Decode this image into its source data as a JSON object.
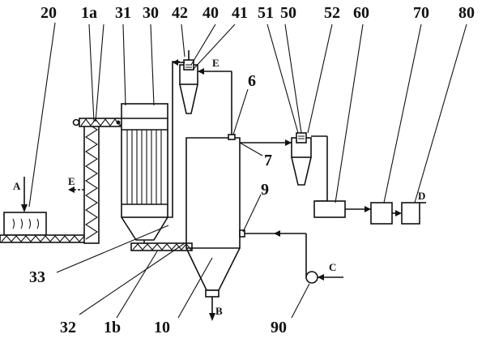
{
  "labels": {
    "l20": "20",
    "l1a": "1a",
    "l31": "31",
    "l30": "30",
    "l42": "42",
    "l40": "40",
    "l41": "41",
    "l51": "51",
    "l50": "50",
    "l52": "52",
    "l60": "60",
    "l70": "70",
    "l80": "80",
    "l6": "6",
    "l7": "7",
    "l9": "9",
    "l33": "33",
    "l32": "32",
    "l1b": "1b",
    "l10": "10",
    "l90": "90"
  },
  "streams": {
    "A": "A",
    "B": "B",
    "C": "C",
    "D": "D",
    "E_left": "E",
    "E_top": "E"
  },
  "colors": {
    "line": "#111111",
    "background": "#ffffff"
  }
}
